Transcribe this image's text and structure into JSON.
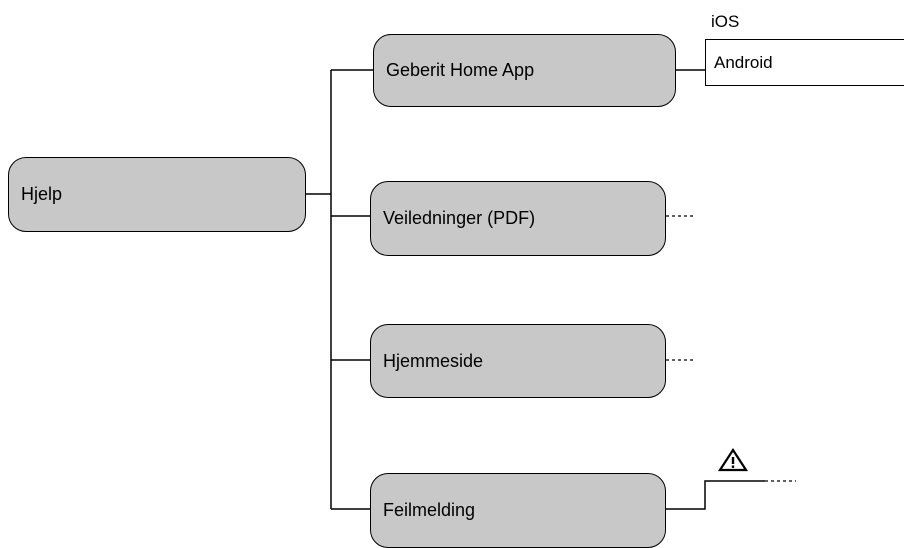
{
  "root": {
    "label": "Hjelp"
  },
  "children": [
    {
      "label": "Geberit Home App"
    },
    {
      "label": "Veiledninger (PDF)"
    },
    {
      "label": "Hjemmeside"
    },
    {
      "label": "Feilmelding"
    }
  ],
  "app_options": {
    "ios": "iOS",
    "android": "Android"
  },
  "icons": {
    "warning": "warning-triangle-icon"
  }
}
